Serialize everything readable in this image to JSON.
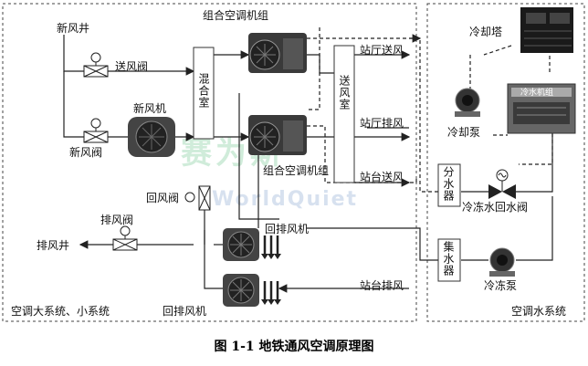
{
  "caption": "图 1-1 地铁通风空调原理图",
  "watermark": {
    "cn": "赛为斯",
    "en": "WorldQuiet"
  },
  "regions": {
    "left": "空调大系统、小系统",
    "right": "空调水系统"
  },
  "labels": {
    "fresh_air_well": "新风井",
    "supply_damper": "送风阀",
    "fresh_fan": "新风机",
    "fresh_damper": "新风阀",
    "mixing_room": "混合室",
    "ahu_top": "组合空调机组",
    "ahu_bottom": "组合空调机组",
    "supply_room": "送风室",
    "hall_supply": "站厅送风",
    "hall_exhaust": "站厅排风",
    "platform_supply": "站台送风",
    "platform_exhaust": "站台排风",
    "return_damper": "回风阀",
    "exhaust_damper": "排风阀",
    "exhaust_well": "排风井",
    "return_exhaust_fan_top": "回排风机",
    "return_exhaust_fan_bottom": "回排风机",
    "cooling_tower": "冷却塔",
    "chiller": "冷水机组",
    "cooling_pump": "冷却泵",
    "distributor": "分水器",
    "chilled_return_valve": "冷冻水回水阀",
    "collector": "集水器",
    "chilled_pump": "冷冻泵"
  },
  "colors": {
    "line": "#222222",
    "dashed": "#222222",
    "box": "#333333"
  }
}
